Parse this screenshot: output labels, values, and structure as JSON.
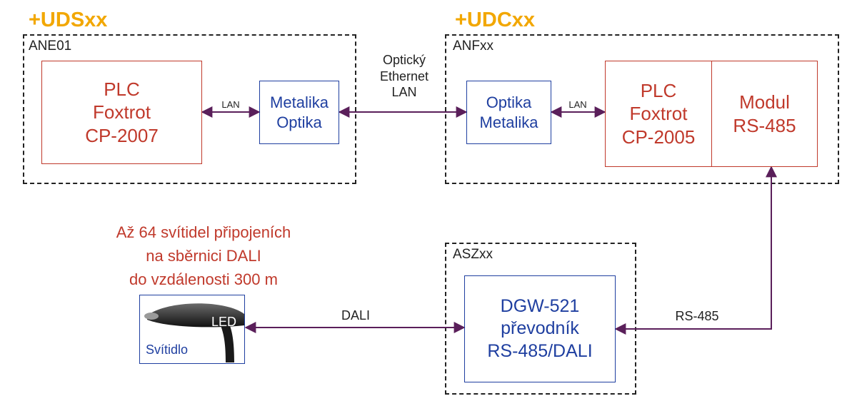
{
  "locations": {
    "uds": "+UDSxx",
    "udc": "+UDCxx"
  },
  "enclosures": {
    "ane01": "ANE01",
    "anfxx": "ANFxx",
    "aszxx": "ASZxx"
  },
  "boxes": {
    "plc1": "PLC\nFoxtrot\nCP-2007",
    "metalika_optika": "Metalika\nOptika",
    "optika_metalika": "Optika\nMetalika",
    "plc2": "PLC\nFoxtrot\nCP-2005",
    "modul": "Modul\nRS-485",
    "dgw": "DGW-521\npřevodník\nRS-485/DALI"
  },
  "links": {
    "lan1": "LAN",
    "optical": "Optický\nEthernet\nLAN",
    "lan2": "LAN",
    "dali": "DALI",
    "rs485": "RS-485"
  },
  "note": "Až 64 svítidel připojeních\nna sběrnici DALI\ndo vzdálenosti 300 m",
  "lamp": {
    "led": "LED",
    "label": "Svítidlo"
  },
  "colors": {
    "red": "#c0392b",
    "blue": "#1f3fa0",
    "wire": "#5a1f5a",
    "location": "#f2a700"
  }
}
